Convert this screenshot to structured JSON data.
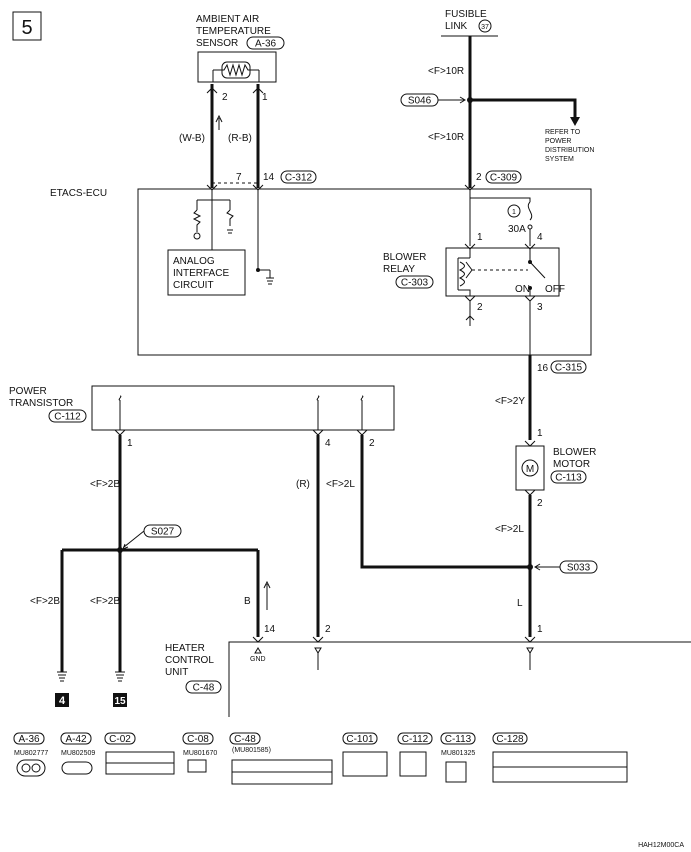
{
  "page_number": "5",
  "figure_code": "HAH12M00CA",
  "components": {
    "ambient_sensor": {
      "name_line1": "AMBIENT AIR",
      "name_line2": "TEMPERATURE",
      "name_line3": "SENSOR",
      "connector": "A-36",
      "pin_a": "2",
      "pin_b": "1"
    },
    "fusible_link": {
      "name_line1": "FUSIBLE",
      "name_line2": "LINK",
      "number": "37"
    },
    "etacs": {
      "name": "ETACS-ECU",
      "conn1_pin": "7",
      "conn2_pin": "14",
      "conn2": "C-312",
      "conn3_pin": "2",
      "conn3": "C-309"
    },
    "analog": {
      "line1": "ANALOG",
      "line2": "INTERFACE",
      "line3": "CIRCUIT"
    },
    "fuse": {
      "number": "1",
      "rating": "30A"
    },
    "blower_relay": {
      "line1": "BLOWER",
      "line2": "RELAY",
      "connector": "C-303",
      "pin1": "1",
      "pin2": "2",
      "pin3": "3",
      "pin4": "4",
      "on": "ON",
      "off": "OFF"
    },
    "etacs_out": {
      "pin": "16",
      "connector": "C-315"
    },
    "power_transistor": {
      "line1": "POWER",
      "line2": "TRANSISTOR",
      "connector": "C-112",
      "pin1": "1",
      "pin4": "4",
      "pin2": "2"
    },
    "blower_motor": {
      "line1": "BLOWER",
      "line2": "MOTOR",
      "connector": "C-113",
      "pin1": "1",
      "pin2": "2",
      "symbol": "M"
    },
    "heater_control": {
      "line1": "HEATER",
      "line2": "CONTROL",
      "line3": "UNIT",
      "connector": "C-48",
      "pin14": "14",
      "pin2": "2",
      "pin1": "1",
      "gnd": "GND"
    }
  },
  "wires": {
    "top_10r_upper": "<F>10R",
    "top_10r_lower": "<F>10R",
    "splice_s046": "S046",
    "refer": {
      "line1": "REFER TO",
      "line2": "POWER",
      "line3": "DISTRIBUTION",
      "line4": "SYSTEM"
    },
    "sensor_wb": "(W-B)",
    "sensor_rb": "(R-B)",
    "motor_feed": "<F>2Y",
    "pt_pin1": "<F>2B",
    "pt_pin4": "(R)",
    "pt_pin2": "<F>2L",
    "motor_out": "<F>2L",
    "splice_s027": "S027",
    "splice_s033": "S033",
    "ground_left": "<F>2B",
    "ground_right": "<F>2B",
    "wire_b": "B",
    "wire_l": "L",
    "ground1": "4",
    "ground2": "15"
  },
  "connector_legend": [
    {
      "id": "A-36",
      "part": "MU802777"
    },
    {
      "id": "A-42",
      "part": "MU802509"
    },
    {
      "id": "C-02",
      "part": ""
    },
    {
      "id": "C-08",
      "part": "MU801670"
    },
    {
      "id": "C-48",
      "part": "(MU801585)"
    },
    {
      "id": "C-101",
      "part": ""
    },
    {
      "id": "C-112",
      "part": ""
    },
    {
      "id": "C-113",
      "part": "MU801325"
    },
    {
      "id": "C-128",
      "part": ""
    }
  ]
}
